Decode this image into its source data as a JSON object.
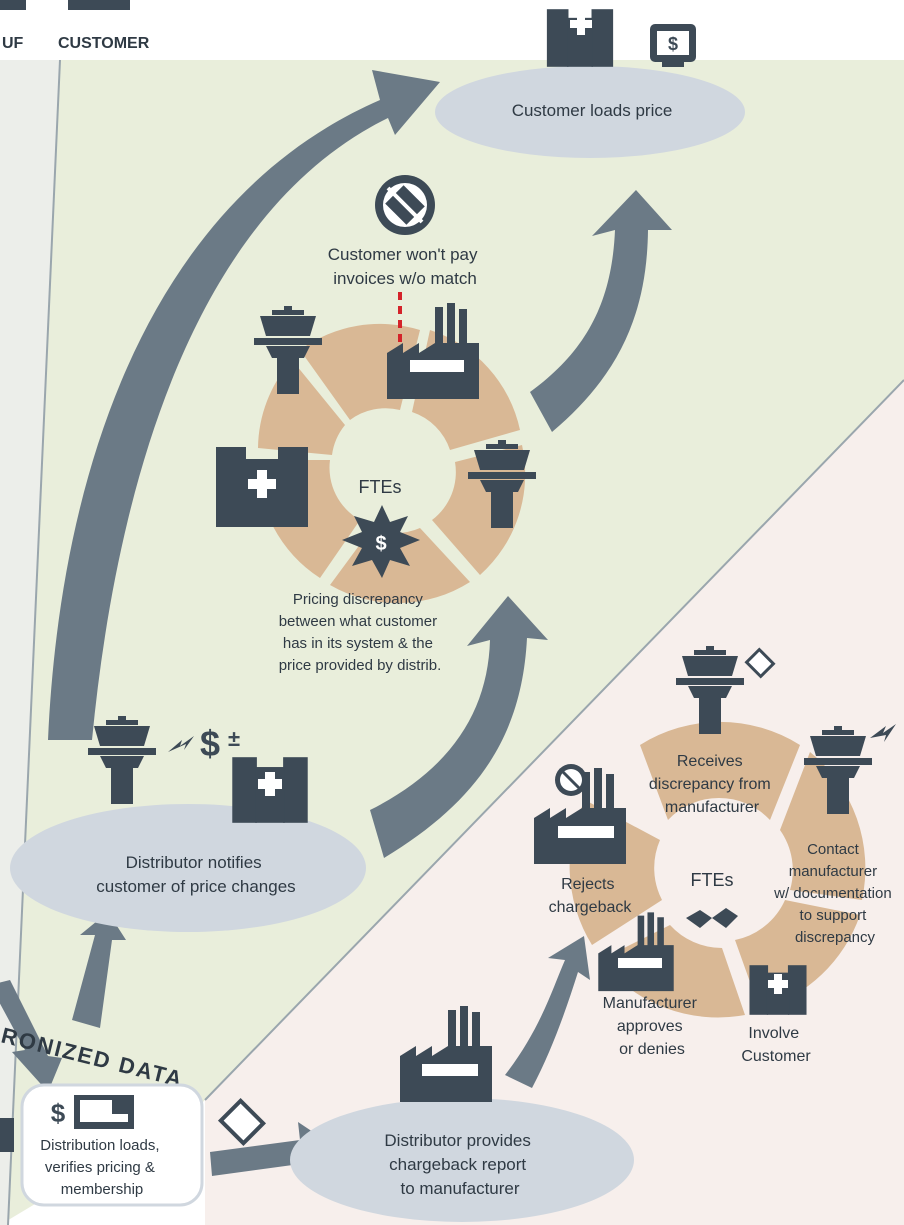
{
  "header": {
    "label_left": "UF",
    "label_customer": "CUSTOMER"
  },
  "nodes": {
    "customer_loads_price": "Customer loads price",
    "distributor_notifies": [
      "Distributor notifies",
      "customer of price changes"
    ],
    "distribution_loads": [
      "Distribution loads,",
      "verifies pricing &",
      "membership"
    ],
    "distributor_provides": [
      "Distributor provides",
      "chargeback report",
      "to manufacturer"
    ]
  },
  "band_label": "RONIZED DATA",
  "upper_cycle": {
    "center": "FTEs",
    "blocker": [
      "Customer won't pay",
      "invoices w/o match"
    ],
    "discrepancy": [
      "Pricing discrepancy",
      "between what customer",
      "has in its system & the",
      "price provided by distrib."
    ]
  },
  "lower_cycle": {
    "center": "FTEs",
    "receives": [
      "Receives",
      "discrepancy from",
      "manufacturer"
    ],
    "contact": [
      "Contact",
      "manufacturer",
      "w/ documentation",
      "to support",
      "discrepancy"
    ],
    "rejects": [
      "Rejects",
      "chargeback"
    ],
    "approves": [
      "Manufacturer",
      "approves",
      "or denies"
    ],
    "involve": [
      "Involve",
      "Customer"
    ]
  },
  "symbols": {
    "price_change": "$",
    "price_change_sign": "±",
    "dollar": "$"
  },
  "colors": {
    "icon": "#3d4a56",
    "arrow": "#6b7a86",
    "ellipse": "#d0d7df",
    "petal": "#d9b895",
    "green_band": "#e9eedb",
    "pink_band": "#f7efec",
    "left_band": "#eceeea",
    "alert": "#d4232a"
  },
  "icon_names": [
    "control-tower-icon",
    "factory-icon",
    "hospital-icon",
    "monitor-dollar-icon",
    "no-tag-icon",
    "tag-icon",
    "thumbs-icon",
    "starburst-dollar-icon"
  ]
}
